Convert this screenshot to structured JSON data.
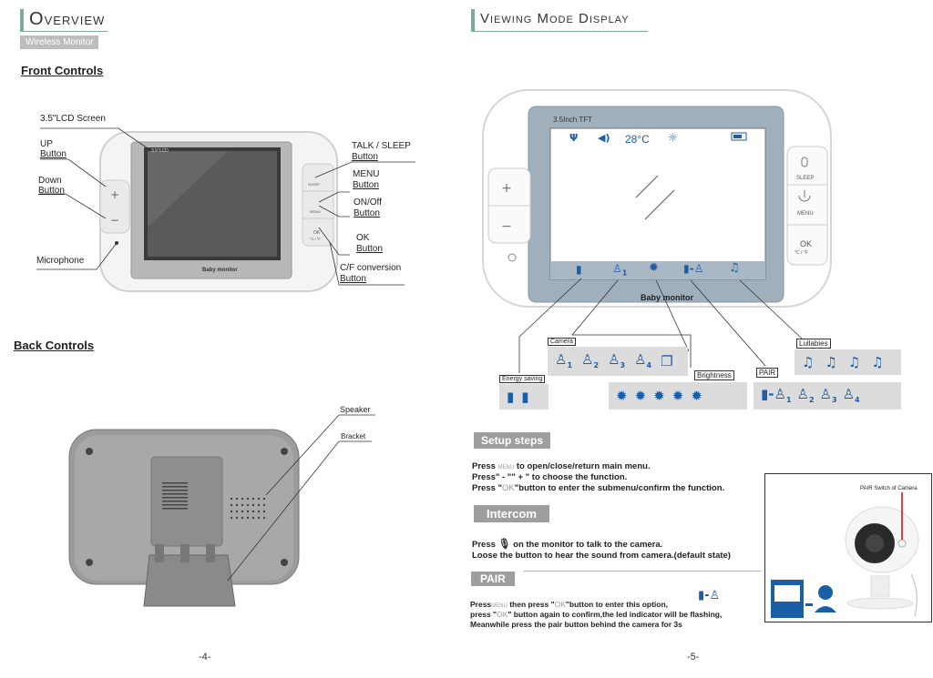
{
  "left": {
    "title_first": "O",
    "title_rest": "VERVIEW",
    "tag": "Wireless Monitor",
    "front_controls": "Front Controls",
    "back_controls": "Back Controls",
    "labels": {
      "lcd": "3.5\"LCD Screen",
      "up": "UP",
      "up2": "Button",
      "down": "Down",
      "down2": "Button",
      "microphone": "Microphone",
      "talk": "TALK / SLEEP",
      "talk2": "Button",
      "menu": "MENU",
      "menu2": "Button",
      "onoff": "ON/Off",
      "onoff2": "Button",
      "ok": "OK",
      "ok2": "Button",
      "cf": "C/F conversion",
      "cf2": "Button",
      "speaker": "Speaker",
      "bracket": "Bracket"
    },
    "device": {
      "brand": "Baby monitor",
      "screen_tag": "3.5\"LCD",
      "side_sleep": "SLEEP",
      "side_menu": "MENU",
      "side_ok": "OK",
      "side_ok2": "°C / °F"
    },
    "page_number": "-4-"
  },
  "right": {
    "title": "Viewing Mode Display",
    "tft_label": "3.5Inch TFT",
    "temp": "28°C",
    "brand": "Baby monitor",
    "side_sleep": "SLEEP",
    "side_menu": "MENU",
    "side_ok": "OK",
    "side_ok2": "°C / °F",
    "callouts": {
      "camera": "Camera",
      "energy": "Energy saving",
      "brightness": "Brightness",
      "pair": "PAIR",
      "lullabies": "Lullabies"
    },
    "setup": {
      "header": "Setup steps",
      "line1_a": "Press",
      "line1_menu": "MENU",
      "line1_b": "to open/close/return main menu.",
      "line2": "Press\" - \"\" + \" to choose the function.",
      "line3_a": "Press \"",
      "line3_ok": "OK",
      "line3_b": "\"button to enter the submenu/confirm the function."
    },
    "intercom": {
      "header": "Intercom",
      "line1_a": "Press",
      "line1_b": "on the monitor to talk to the camera.",
      "line2": "Loose the button to hear the sound from camera.(default state)"
    },
    "pair": {
      "header": "PAIR",
      "line1_a": "Press",
      "line1_menu": "MENU",
      "line1_b": "then press \"",
      "line1_ok": "OK",
      "line1_c": "\"button to enter this option,",
      "line2_a": "press \"",
      "line2_ok": "OK",
      "line2_b": "\" button again to confirm,the led indicator will be flashing,",
      "line3": "Meanwhile press    the pair button behind the camera for 3s",
      "photo_caption": "PAIR Switch of Camera"
    },
    "page_number": "-5-"
  }
}
